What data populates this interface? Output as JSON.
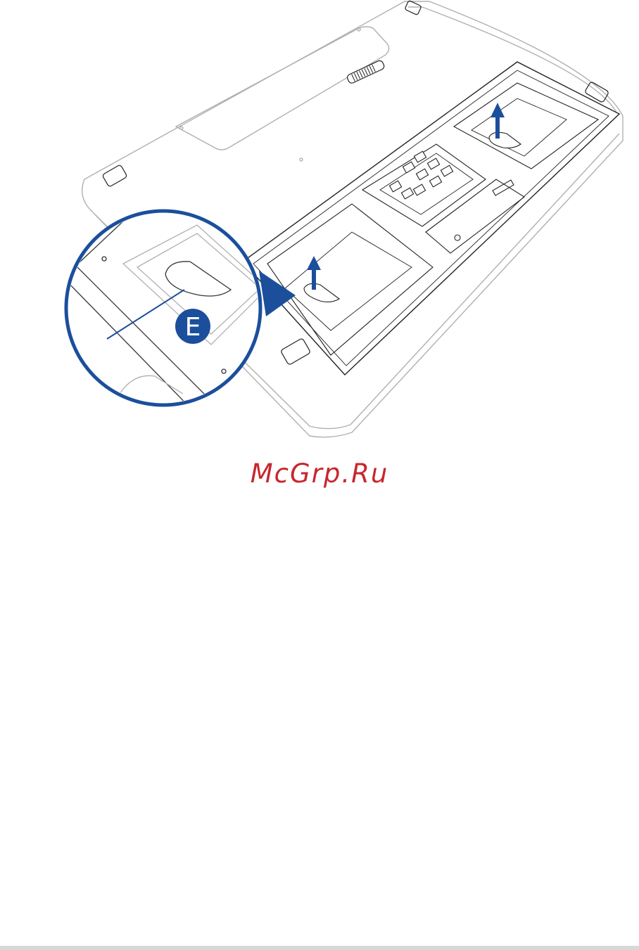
{
  "callout": {
    "label": "E"
  },
  "watermark": {
    "text": "McGrp.Ru"
  },
  "colors": {
    "accent_blue": "#1b4f9c",
    "line_gray": "#b0b0b0",
    "line_dark": "#222222",
    "watermark_red": "#c8262e"
  },
  "icons": {
    "arrow": "up-arrow-icon",
    "callout": "callout-e-badge"
  }
}
